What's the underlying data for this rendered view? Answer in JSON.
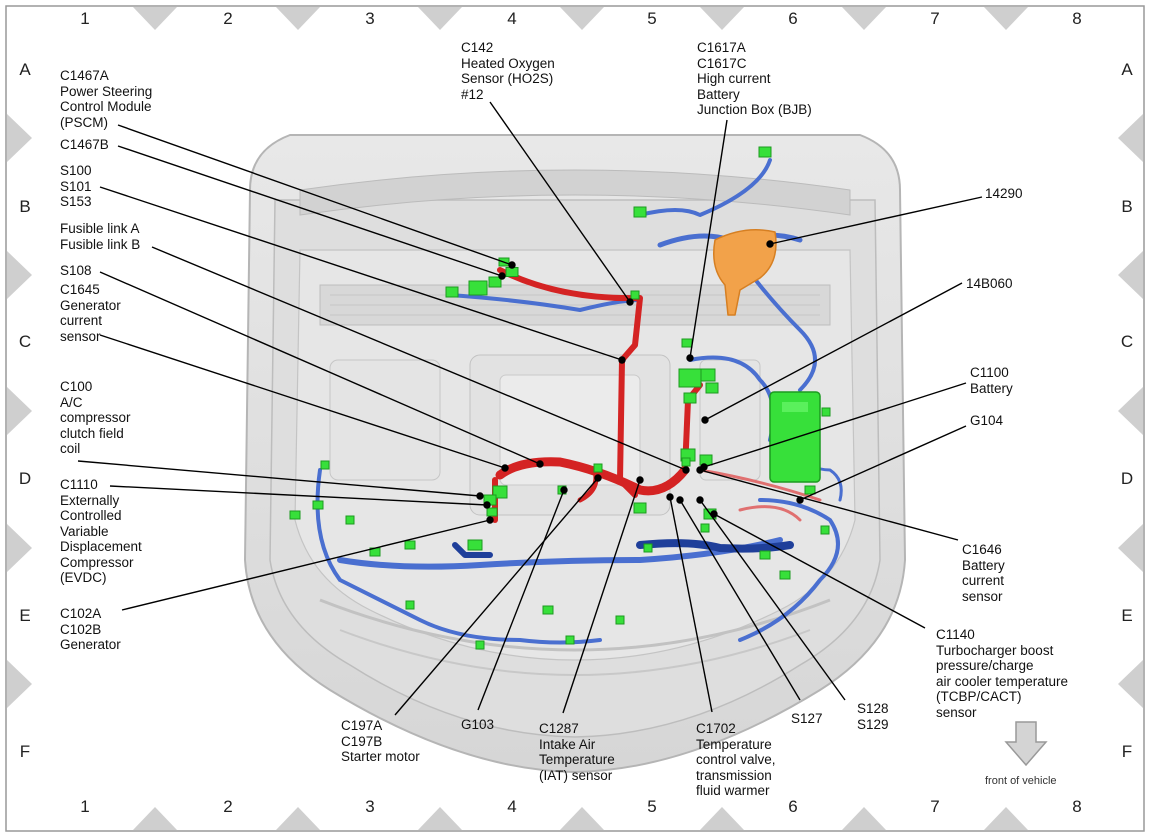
{
  "grid": {
    "columns": [
      "1",
      "2",
      "3",
      "4",
      "5",
      "6",
      "7",
      "8"
    ],
    "rows": [
      "A",
      "B",
      "C",
      "D",
      "E",
      "F"
    ]
  },
  "callouts": {
    "c142": "C142\nHeated Oxygen\nSensor (HO2S)\n#12",
    "c1617": "C1617A\nC1617C\nHigh current\nBattery\nJunction Box (BJB)",
    "c1467a": "C1467A\nPower Steering\nControl Module\n(PSCM)",
    "c1467b": "C1467B",
    "s100": "S100\nS101\nS153",
    "fusible": "Fusible link A\nFusible link B",
    "s108": "S108",
    "c1645": "C1645\nGenerator\ncurrent\nsensor",
    "c100": "C100\nA/C\ncompressor\nclutch field\ncoil",
    "c1110": "C1110\nExternally\nControlled\nVariable\nDisplacement\nCompressor\n(EVDC)",
    "c102": "C102A\nC102B\nGenerator",
    "c197": "C197A\nC197B\nStarter motor",
    "g103": "G103",
    "c1287": "C1287\nIntake Air\nTemperature\n(IAT) sensor",
    "c1702": "C1702\nTemperature\ncontrol valve,\ntransmission\nfluid warmer",
    "s127": "S127",
    "s128": "S128\nS129",
    "c1140": "C1140\nTurbocharger boost\npressure/charge\nair cooler temperature\n(TCBP/CACT)\nsensor",
    "c1646": "C1646\nBattery\ncurrent\nsensor",
    "g104": "G104",
    "c1100": "C1100\nBattery",
    "b14b060": "14B060",
    "b14290": "14290"
  },
  "front_label": "front of vehicle",
  "colors": {
    "harness_red": "#d42323",
    "harness_blue": "#4a6fd0",
    "harness_navy": "#1f3f9a",
    "connector_green": "#37e03a",
    "orange_part": "#f2a24a",
    "car_gray": "#c9c9c9"
  }
}
